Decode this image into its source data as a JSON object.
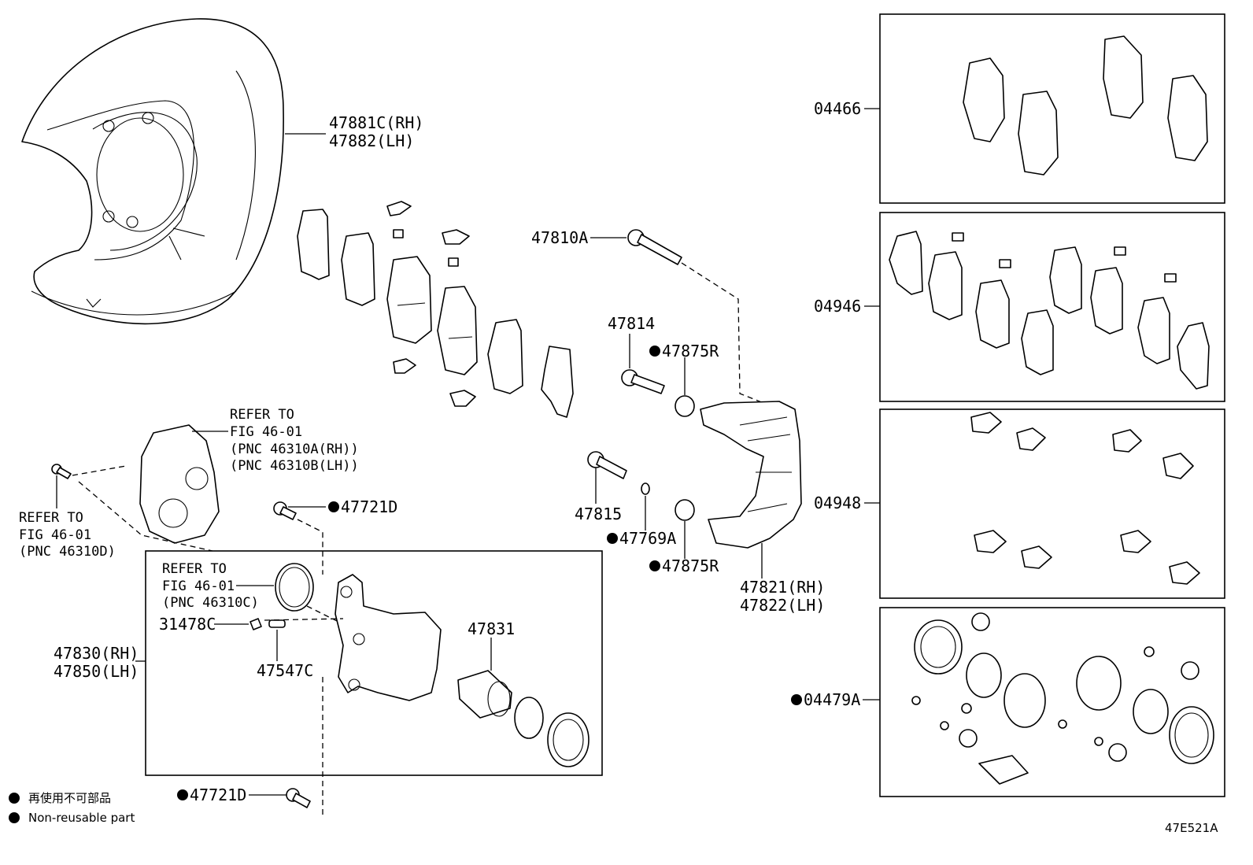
{
  "labels": {
    "shield_rh": "47881C(RH)",
    "shield_lh": "47882(LH)",
    "bolt_47810a": "47810A",
    "pin_47814": "47814",
    "boot_47875r_top": "47875R",
    "pin_47815": "47815",
    "ring_47769a": "47769A",
    "boot_47875r_bottom": "47875R",
    "mount_rh": "47821(RH)",
    "mount_lh": "47822(LH)",
    "bolt_47721d_top": "47721D",
    "bolt_47721d_bottom": "47721D",
    "cyl_rh": "47830(RH)",
    "cyl_lh": "47850(LH)",
    "part_31478c": "31478C",
    "part_47547c": "47547C",
    "piston_47831": "47831",
    "kit_04466": "04466",
    "kit_04946": "04946",
    "kit_04948": "04948",
    "kit_04479a": "04479A",
    "figure_code": "47E521A"
  },
  "refers": {
    "knuckle": [
      "REFER TO",
      "FIG 46-01",
      "(PNC 46310A(RH))",
      "(PNC 46310B(LH))"
    ],
    "hub_bolt": [
      "REFER TO",
      "FIG 46-01",
      "(PNC 46310D)"
    ],
    "seal": [
      "REFER TO",
      "FIG 46-01",
      "(PNC 46310C)"
    ]
  },
  "legend": {
    "line1": "再使用不可部品",
    "line2": "Non-reusable part"
  }
}
